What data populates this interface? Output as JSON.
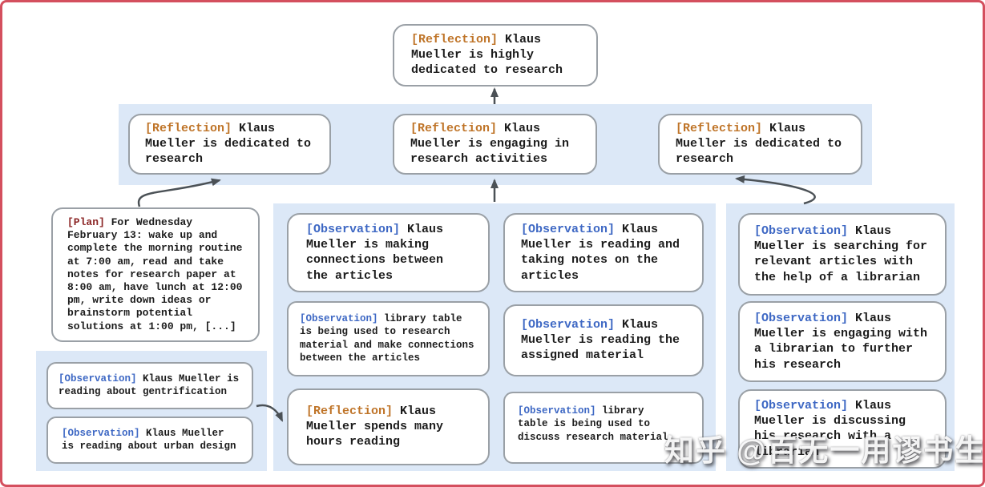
{
  "figure": {
    "watermark": "知乎 @百无一用谬书生",
    "colors": {
      "frame_border": "#d44f5e",
      "panel_blue": "#dce8f7",
      "node_border": "#9aa0a6",
      "reflection_tag": "#bf7428",
      "plan_tag": "#8b2525",
      "observation_tag": "#3e68c4",
      "arrow": "#4b5156",
      "text": "#1c1c1c"
    },
    "root": {
      "tag": "[Reflection]",
      "text": "Klaus Mueller is highly dedicated to research"
    },
    "reflection_row": [
      {
        "tag": "[Reflection]",
        "text": "Klaus Mueller is dedicated to research"
      },
      {
        "tag": "[Reflection]",
        "text": "Klaus Mueller is engaging in research activities"
      },
      {
        "tag": "[Reflection]",
        "text": "Klaus Mueller is dedicated to research"
      }
    ],
    "plan": {
      "tag": "[Plan]",
      "text": "For Wednesday February 13: wake up and complete the morning routine at 7:00 am, read and take notes for research paper at 8:00 am, have lunch at 12:00 pm, write down ideas or brainstorm potential solutions at 1:00 pm, [...]"
    },
    "left_panel": [
      {
        "tag": "[Observation]",
        "text": "Klaus Mueller is reading about gentrification"
      },
      {
        "tag": "[Observation]",
        "text": "Klaus Mueller is reading about urban design"
      }
    ],
    "middle_panel_col1": [
      {
        "tag": "[Observation]",
        "text": "Klaus Mueller is making connections between the articles"
      },
      {
        "tag": "[Observation]",
        "text": "library table is being used to research material and make connections between the articles"
      },
      {
        "tag": "[Reflection]",
        "text": "Klaus Mueller spends many hours reading"
      }
    ],
    "middle_panel_col2": [
      {
        "tag": "[Observation]",
        "text": "Klaus Mueller is reading and taking notes on the articles"
      },
      {
        "tag": "[Observation]",
        "text": "Klaus Mueller is reading the assigned material"
      },
      {
        "tag": "[Observation]",
        "text": "library table is being used to discuss research material"
      }
    ],
    "right_panel": [
      {
        "tag": "[Observation]",
        "text": "Klaus Mueller is searching for relevant articles with the help of a librarian"
      },
      {
        "tag": "[Observation]",
        "text": "Klaus Mueller is engaging with a librarian to further his research"
      },
      {
        "tag": "[Observation]",
        "text": "Klaus Mueller is discussing his research with a librarian"
      }
    ]
  }
}
